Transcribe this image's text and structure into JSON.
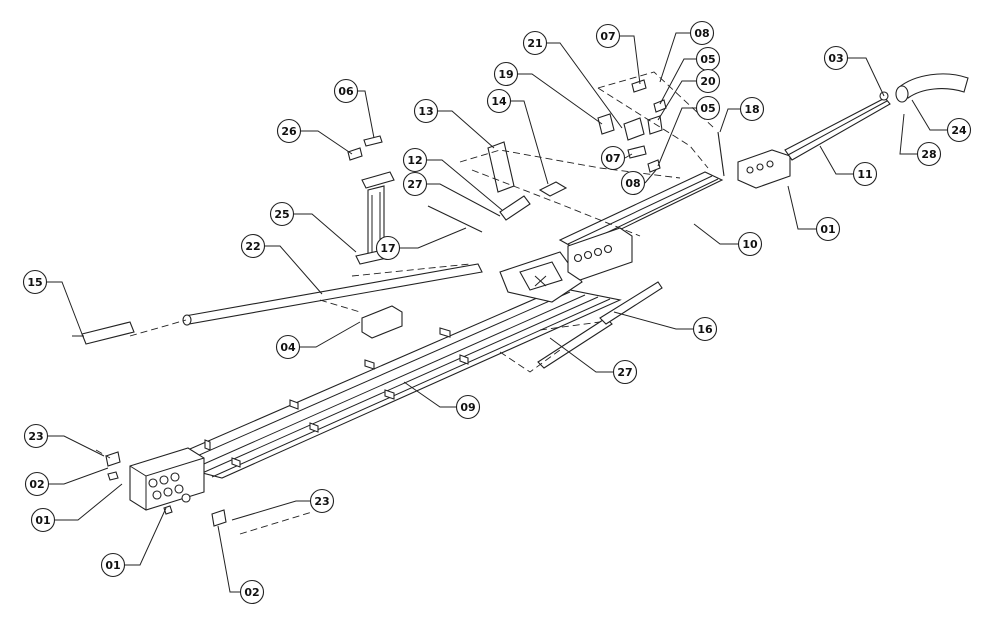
{
  "callouts": [
    {
      "id": "c-06",
      "label": "06"
    },
    {
      "id": "c-26",
      "label": "26"
    },
    {
      "id": "c-25",
      "label": "25"
    },
    {
      "id": "c-22",
      "label": "22"
    },
    {
      "id": "c-15",
      "label": "15"
    },
    {
      "id": "c-04",
      "label": "04"
    },
    {
      "id": "c-13",
      "label": "13"
    },
    {
      "id": "c-12",
      "label": "12"
    },
    {
      "id": "c-27a",
      "label": "27"
    },
    {
      "id": "c-17",
      "label": "17"
    },
    {
      "id": "c-14",
      "label": "14"
    },
    {
      "id": "c-21",
      "label": "21"
    },
    {
      "id": "c-19",
      "label": "19"
    },
    {
      "id": "c-07a",
      "label": "07"
    },
    {
      "id": "c-08a",
      "label": "08"
    },
    {
      "id": "c-05a",
      "label": "05"
    },
    {
      "id": "c-20",
      "label": "20"
    },
    {
      "id": "c-05b",
      "label": "05"
    },
    {
      "id": "c-07b",
      "label": "07"
    },
    {
      "id": "c-08b",
      "label": "08"
    },
    {
      "id": "c-18",
      "label": "18"
    },
    {
      "id": "c-03",
      "label": "03"
    },
    {
      "id": "c-24",
      "label": "24"
    },
    {
      "id": "c-28",
      "label": "28"
    },
    {
      "id": "c-11",
      "label": "11"
    },
    {
      "id": "c-01a",
      "label": "01"
    },
    {
      "id": "c-10",
      "label": "10"
    },
    {
      "id": "c-16",
      "label": "16"
    },
    {
      "id": "c-27b",
      "label": "27"
    },
    {
      "id": "c-09",
      "label": "09"
    },
    {
      "id": "c-23a",
      "label": "23"
    },
    {
      "id": "c-02a",
      "label": "02"
    },
    {
      "id": "c-01b",
      "label": "01"
    },
    {
      "id": "c-01c",
      "label": "01"
    },
    {
      "id": "c-23b",
      "label": "23"
    },
    {
      "id": "c-02b",
      "label": "02"
    }
  ]
}
